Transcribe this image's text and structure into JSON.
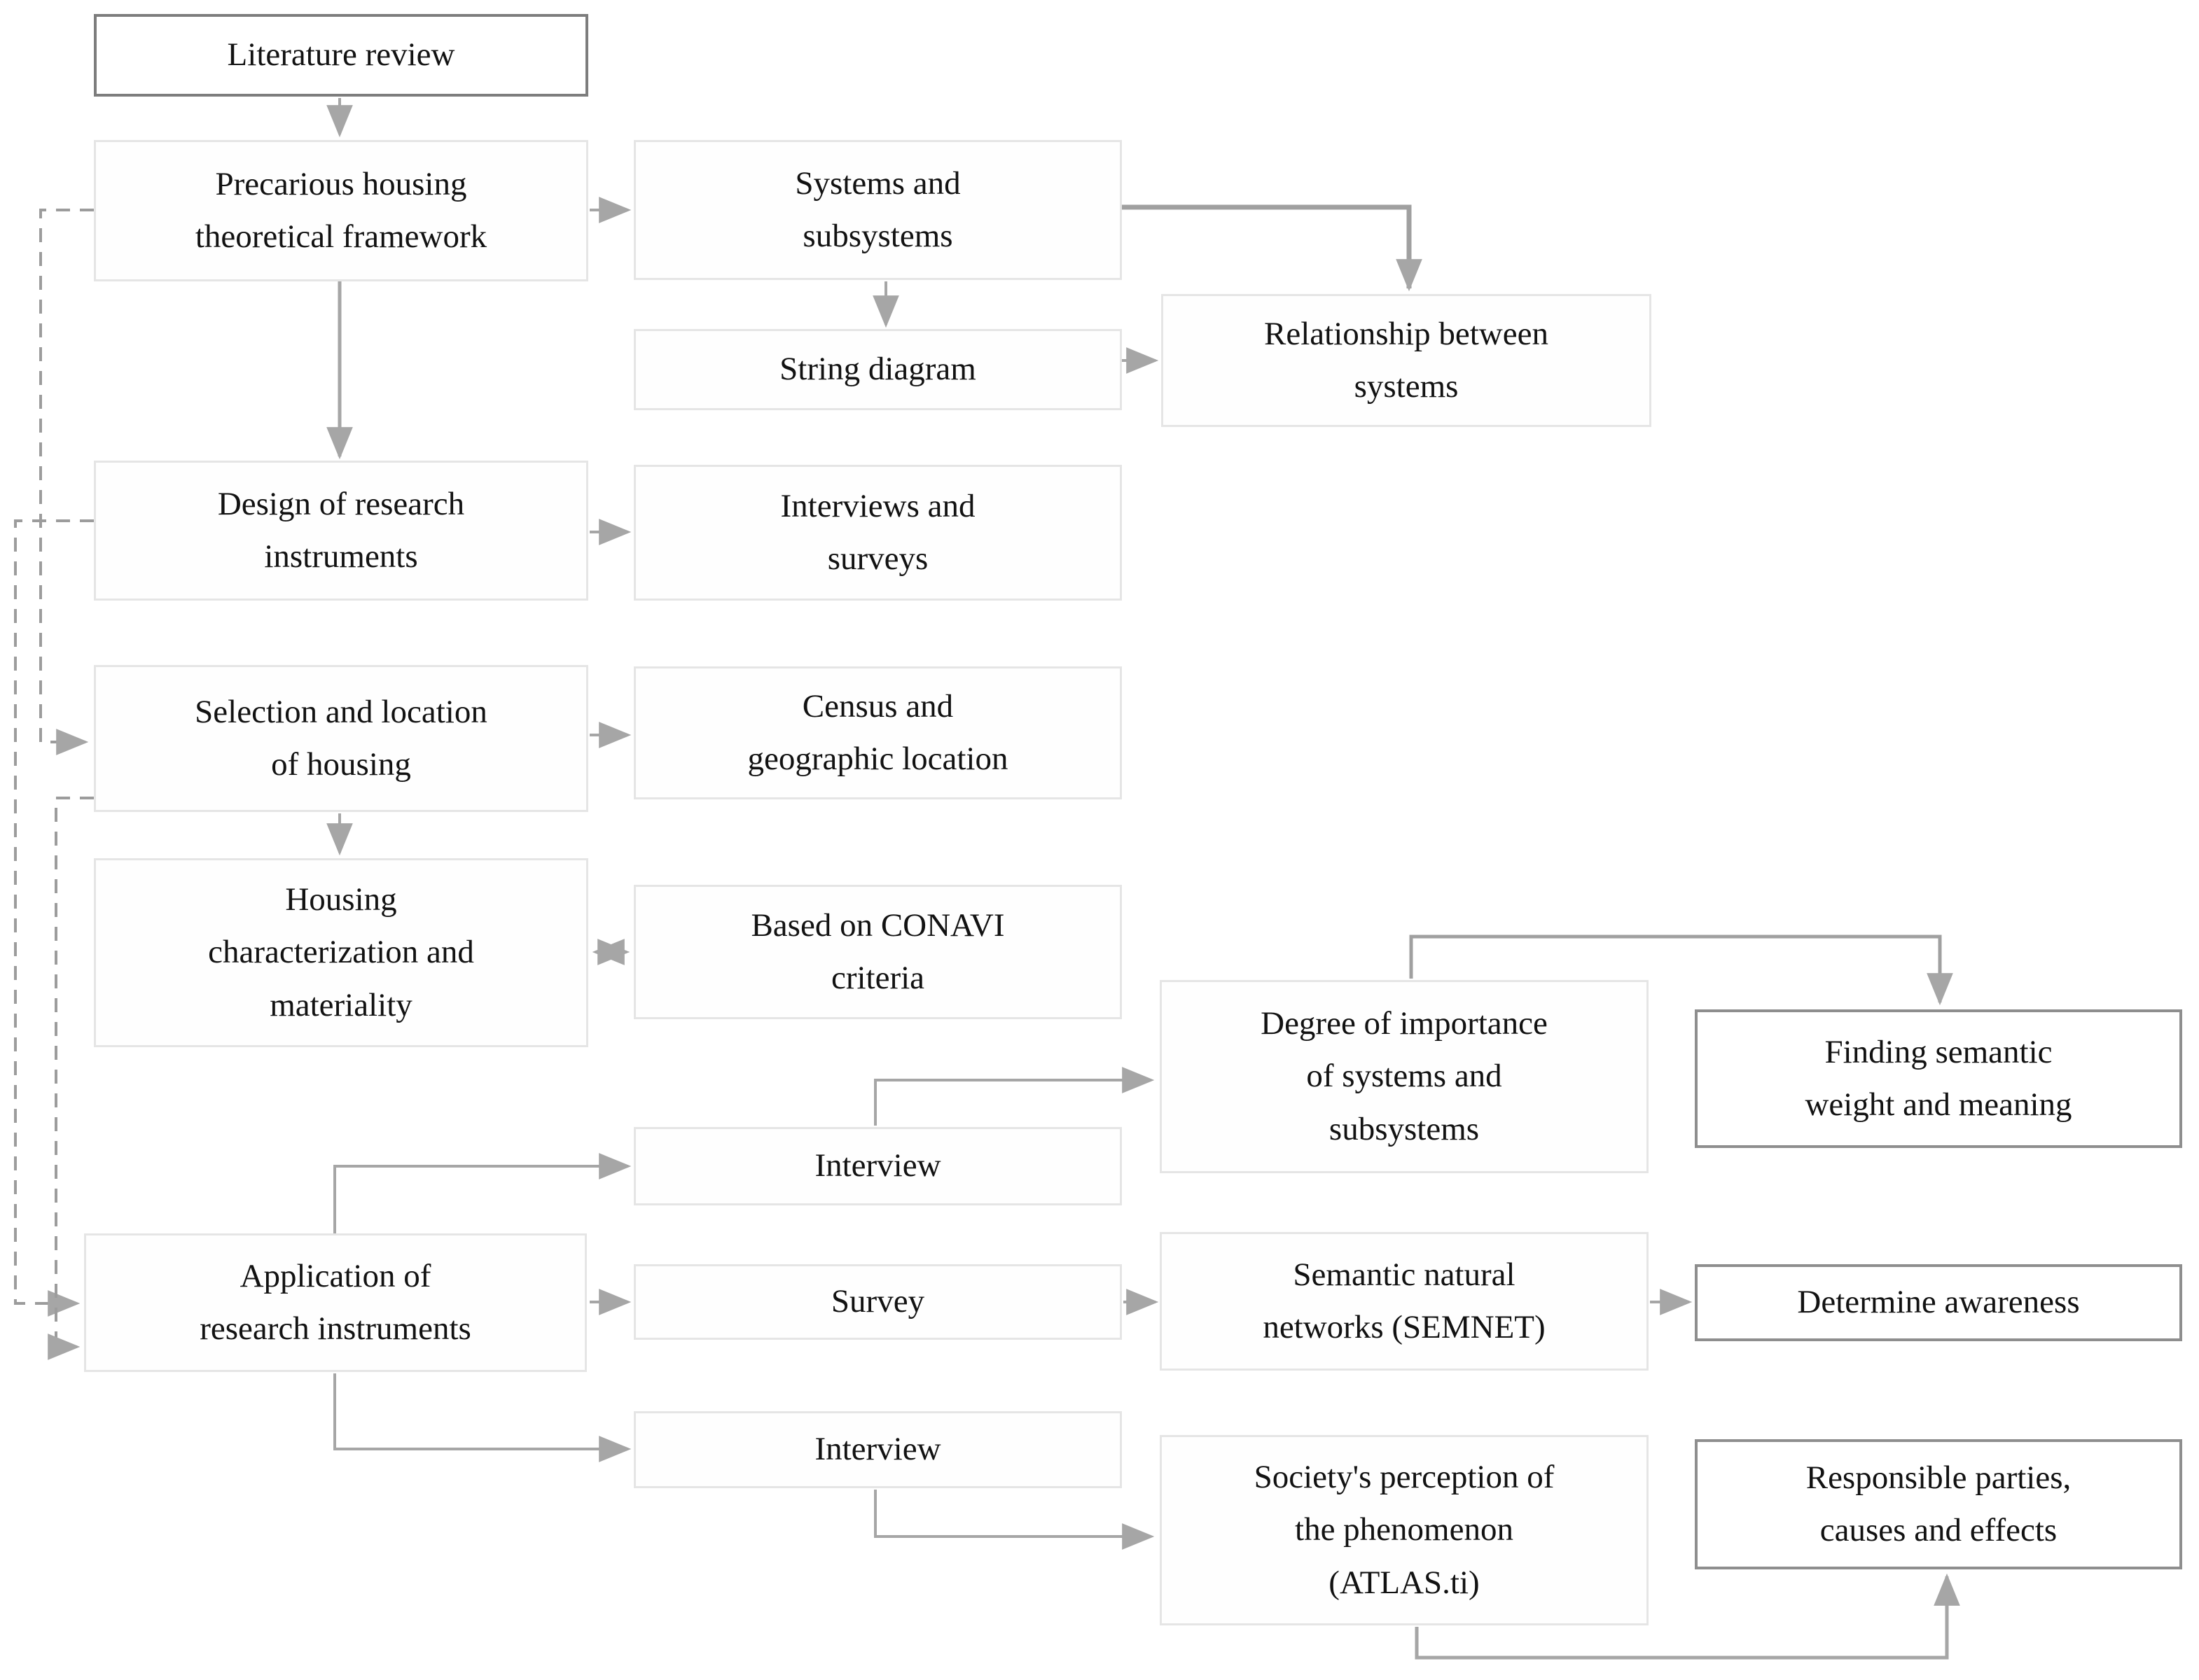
{
  "diagram": {
    "description": "Research methodology flowchart",
    "nodes": {
      "literature_review": {
        "label": "Literature review"
      },
      "precarious_housing": {
        "label": "Precarious housing\ntheoretical framework"
      },
      "systems_subsystems": {
        "label": "Systems and\nsubsystems"
      },
      "string_diagram": {
        "label": "String diagram"
      },
      "relationship_systems": {
        "label": "Relationship between\nsystems"
      },
      "design_instruments": {
        "label": "Design of research\ninstruments"
      },
      "interviews_surveys": {
        "label": "Interviews and\nsurveys"
      },
      "selection_housing": {
        "label": "Selection and location\nof housing"
      },
      "census_location": {
        "label": "Census and\ngeographic location"
      },
      "housing_characterization": {
        "label": "Housing\ncharacterization and\nmateriality"
      },
      "conavi_criteria": {
        "label": "Based on CONAVI\ncriteria"
      },
      "degree_importance": {
        "label": "Degree of importance\nof systems and\nsubsystems"
      },
      "finding_semantic": {
        "label": "Finding semantic\nweight and meaning"
      },
      "interview_top": {
        "label": "Interview"
      },
      "application_instruments": {
        "label": "Application of\nresearch instruments"
      },
      "survey": {
        "label": "Survey"
      },
      "semnet": {
        "label": "Semantic natural\nnetworks (SEMNET)"
      },
      "determine_awareness": {
        "label": "Determine awareness"
      },
      "interview_bottom": {
        "label": "Interview"
      },
      "society_perception": {
        "label": "Society's perception of\nthe phenomenon\n(ATLAS.ti)"
      },
      "responsible_parties": {
        "label": "Responsible parties,\ncauses and effects"
      }
    },
    "edges": [
      {
        "from": "literature_review",
        "to": "precarious_housing",
        "style": "solid"
      },
      {
        "from": "precarious_housing",
        "to": "systems_subsystems",
        "style": "solid"
      },
      {
        "from": "precarious_housing",
        "to": "design_instruments",
        "style": "solid"
      },
      {
        "from": "systems_subsystems",
        "to": "string_diagram",
        "style": "solid"
      },
      {
        "from": "systems_subsystems",
        "to": "relationship_systems",
        "style": "solid"
      },
      {
        "from": "string_diagram",
        "to": "relationship_systems",
        "style": "solid"
      },
      {
        "from": "design_instruments",
        "to": "interviews_surveys",
        "style": "solid"
      },
      {
        "from": "selection_housing",
        "to": "census_location",
        "style": "solid"
      },
      {
        "from": "selection_housing",
        "to": "housing_characterization",
        "style": "solid"
      },
      {
        "from": "housing_characterization",
        "to": "conavi_criteria",
        "style": "double-headed"
      },
      {
        "from": "application_instruments",
        "to": "interview_top",
        "style": "solid"
      },
      {
        "from": "application_instruments",
        "to": "survey",
        "style": "solid"
      },
      {
        "from": "application_instruments",
        "to": "interview_bottom",
        "style": "solid"
      },
      {
        "from": "interview_top",
        "to": "degree_importance",
        "style": "solid"
      },
      {
        "from": "survey",
        "to": "semnet",
        "style": "solid"
      },
      {
        "from": "semnet",
        "to": "determine_awareness",
        "style": "solid"
      },
      {
        "from": "degree_importance",
        "to": "finding_semantic",
        "style": "solid"
      },
      {
        "from": "interview_bottom",
        "to": "society_perception",
        "style": "solid"
      },
      {
        "from": "society_perception",
        "to": "responsible_parties",
        "style": "solid"
      },
      {
        "from": "precarious_housing",
        "to": "selection_housing",
        "style": "dashed"
      },
      {
        "from": "design_instruments",
        "to": "application_instruments",
        "style": "dashed"
      },
      {
        "from": "selection_housing",
        "to": "application_instruments",
        "style": "dashed"
      }
    ],
    "palette": {
      "background": "#ffffff",
      "box_fill": "#fefefe",
      "box_border_light": "#e5e5e5",
      "box_border_dark": "#8e8e8e",
      "text": "#121212",
      "arrow": "#a6a6a6",
      "dashed_line": "#9c9c9c"
    }
  }
}
